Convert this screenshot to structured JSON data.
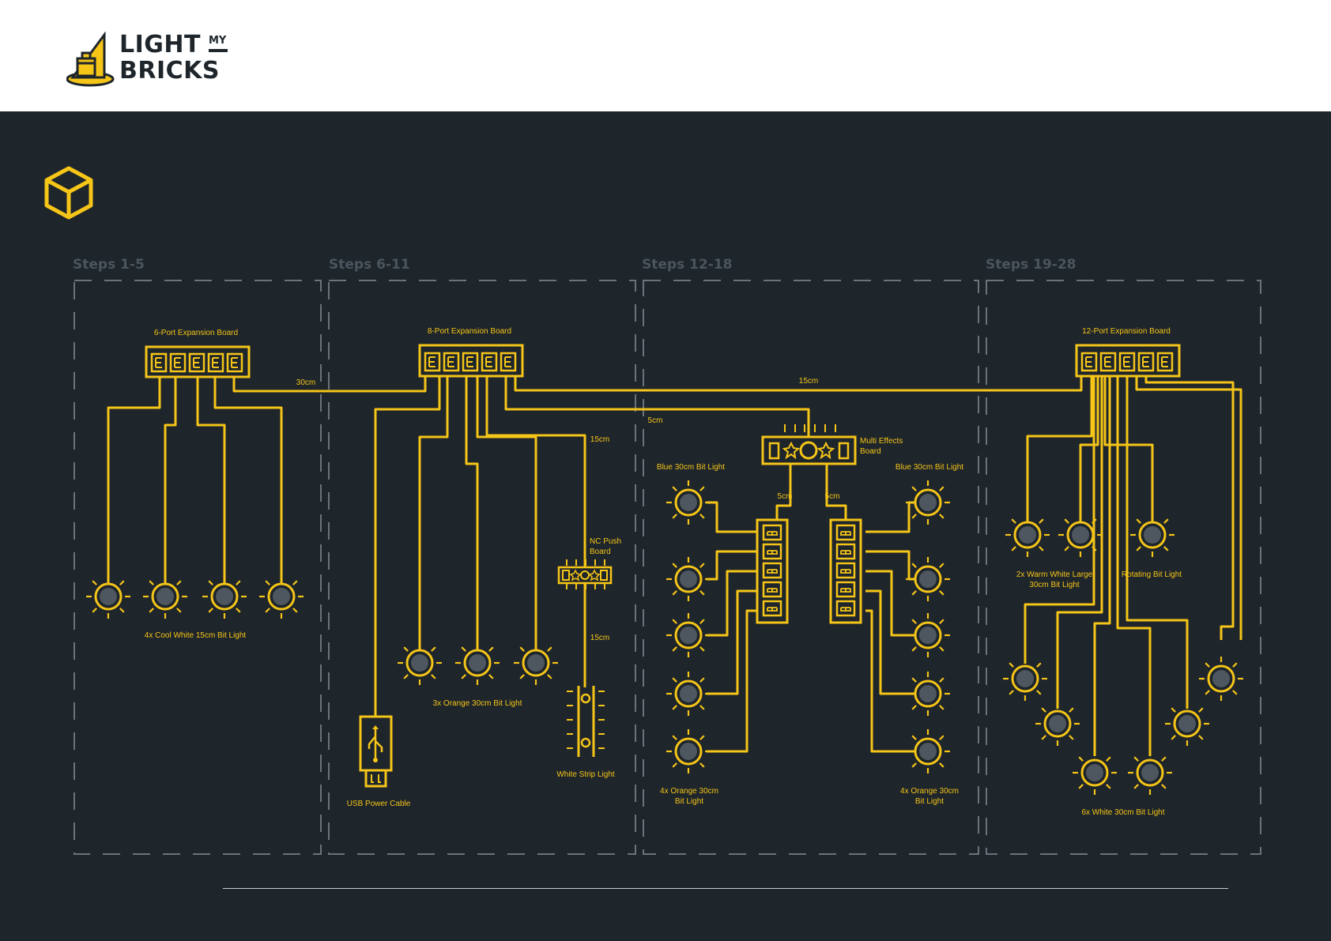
{
  "brand": {
    "line1": "LIGHT",
    "my": "MY",
    "line2": "BRICKS"
  },
  "icons": {
    "package": "package-box-icon",
    "logo": "brick-lamp-icon"
  },
  "colors": {
    "background": "#1e252b",
    "accent": "#f5c518",
    "dash": "#6b737b"
  },
  "steps": [
    {
      "label": "Steps 1-5"
    },
    {
      "label": "Steps 6-11"
    },
    {
      "label": "Steps 12-18"
    },
    {
      "label": "Steps 19-28"
    }
  ],
  "boards": {
    "b6": "6-Port Expansion Board",
    "b8": "8-Port Expansion Board",
    "b12": "12-Port Expansion Board",
    "multi": [
      "Multi Effects",
      "Board"
    ],
    "nc": [
      "NC Push",
      "Board"
    ]
  },
  "cables": {
    "c30": "30cm",
    "c15top": "15cm",
    "c5": "5cm",
    "c15a": "15cm",
    "c15b": "15cm",
    "c5l": "5cm",
    "c5r": "5cm"
  },
  "lights": {
    "cool_white": "4x Cool White 15cm Bit Light",
    "orange3": "3x Orange 30cm Bit Light",
    "usb": "USB Power Cable",
    "white_strip": "White Strip Light",
    "blue_left": "Blue 30cm Bit Light",
    "blue_right": "Blue 30cm Bit Light",
    "orange_left": [
      "4x Orange 30cm",
      "Bit Light"
    ],
    "orange_right": [
      "4x Orange 30cm",
      "Bit Light"
    ],
    "warm_white": [
      "2x Warm White Large",
      "30cm Bit Light"
    ],
    "rotating": "Rotating Bit Light",
    "white6": "6x White 30cm Bit Light"
  }
}
